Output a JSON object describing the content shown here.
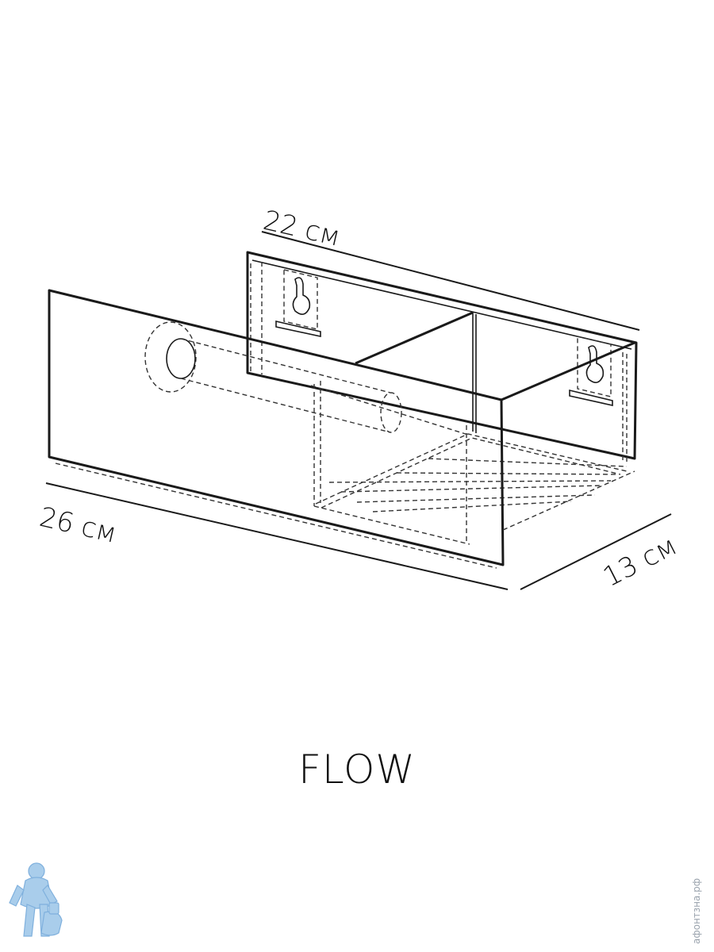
{
  "product_name": "FLOW",
  "dimensions": {
    "width_label": "26 см",
    "back_width_label": "22 см",
    "depth_label": "13 см"
  },
  "watermark": {
    "logo_icon": "plumber-mascot-icon",
    "site_text": "афонтзна.рф"
  },
  "colors": {
    "line": "#1a1a1a",
    "background": "#ffffff",
    "watermark": "#9fc4e8"
  }
}
